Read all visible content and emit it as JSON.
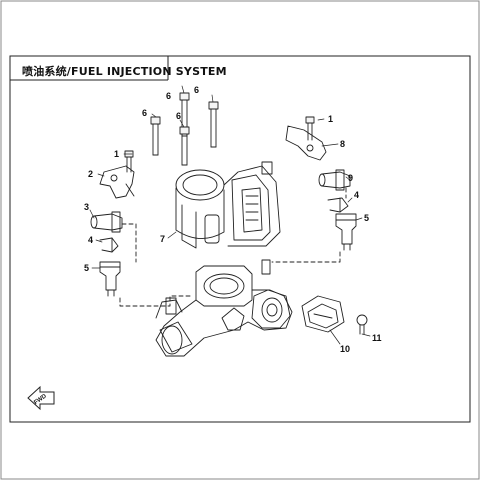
{
  "diagram": {
    "title": "喷油系统/FUEL INJECTION SYSTEM",
    "fwd_label": "FWD",
    "callouts": [
      {
        "id": "c1-right",
        "label": "1"
      },
      {
        "id": "c1-left",
        "label": "1"
      },
      {
        "id": "c2",
        "label": "2"
      },
      {
        "id": "c3",
        "label": "3"
      },
      {
        "id": "c4-left",
        "label": "4"
      },
      {
        "id": "c4-right",
        "label": "4"
      },
      {
        "id": "c5-left",
        "label": "5"
      },
      {
        "id": "c5-right",
        "label": "5"
      },
      {
        "id": "c6-a",
        "label": "6"
      },
      {
        "id": "c6-b",
        "label": "6"
      },
      {
        "id": "c6-c",
        "label": "6"
      },
      {
        "id": "c6-d",
        "label": "6"
      },
      {
        "id": "c7",
        "label": "7"
      },
      {
        "id": "c8",
        "label": "8"
      },
      {
        "id": "c9",
        "label": "9"
      },
      {
        "id": "c10",
        "label": "10"
      },
      {
        "id": "c11",
        "label": "11"
      }
    ]
  }
}
